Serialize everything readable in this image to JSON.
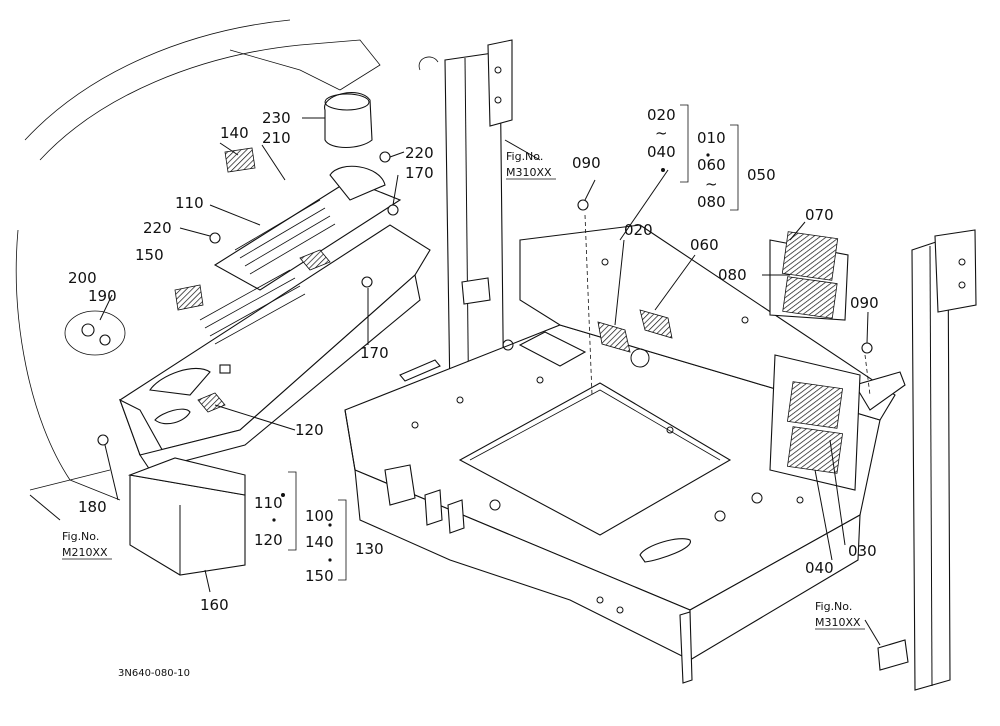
{
  "part_labels": [
    {
      "id": "p230",
      "text": "230"
    },
    {
      "id": "p140a",
      "text": "140"
    },
    {
      "id": "p210",
      "text": "210"
    },
    {
      "id": "p220a",
      "text": "220"
    },
    {
      "id": "p170a",
      "text": "170"
    },
    {
      "id": "p110a",
      "text": "110"
    },
    {
      "id": "p220b",
      "text": "220"
    },
    {
      "id": "p150a",
      "text": "150"
    },
    {
      "id": "p200",
      "text": "200"
    },
    {
      "id": "p190",
      "text": "190"
    },
    {
      "id": "p170b",
      "text": "170"
    },
    {
      "id": "p120a",
      "text": "120"
    },
    {
      "id": "p180",
      "text": "180"
    },
    {
      "id": "p110b",
      "text": "110"
    },
    {
      "id": "p120b",
      "text": "120"
    },
    {
      "id": "p100",
      "text": "100"
    },
    {
      "id": "p140b",
      "text": "140"
    },
    {
      "id": "p150b",
      "text": "150"
    },
    {
      "id": "p130",
      "text": "130"
    },
    {
      "id": "p160",
      "text": "160"
    },
    {
      "id": "p020a",
      "text": "020"
    },
    {
      "id": "p040a",
      "text": "040"
    },
    {
      "id": "p010",
      "text": "010"
    },
    {
      "id": "p060a",
      "text": "060"
    },
    {
      "id": "p080a",
      "text": "080"
    },
    {
      "id": "p050",
      "text": "050"
    },
    {
      "id": "p090a",
      "text": "090"
    },
    {
      "id": "p020b",
      "text": "020"
    },
    {
      "id": "p060b",
      "text": "060"
    },
    {
      "id": "p070",
      "text": "070"
    },
    {
      "id": "p080b",
      "text": "080"
    },
    {
      "id": "p090b",
      "text": "090"
    },
    {
      "id": "p040b",
      "text": "040"
    },
    {
      "id": "p030",
      "text": "030"
    }
  ],
  "tilde": "~",
  "figure_refs": [
    {
      "id": "ref1",
      "line1": "Fig.No.",
      "line2": "M310XX"
    },
    {
      "id": "ref2",
      "line1": "Fig.No.",
      "line2": "M210XX"
    },
    {
      "id": "ref3",
      "line1": "Fig.No.",
      "line2": "M310XX"
    }
  ],
  "drawing_code": "3N640-080-10"
}
